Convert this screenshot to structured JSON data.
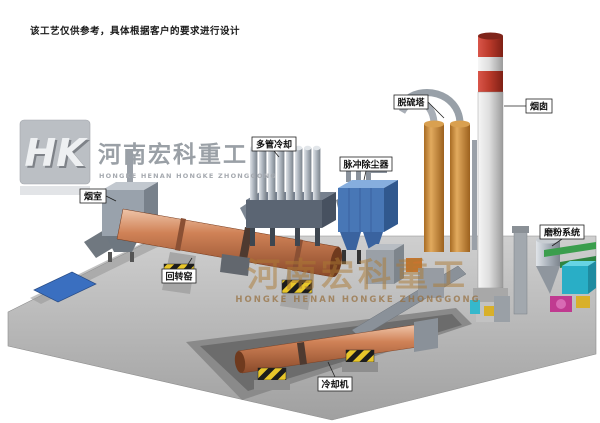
{
  "note": "该工艺仅供参考，具体根据客户的要求进行设计",
  "watermark": {
    "logo_monogram": "HK",
    "company_cn": "河南宏科重工",
    "company_en": "HONGKE HENAN HONGKE ZHONGGONG"
  },
  "equipment_labels": {
    "smoke_chamber": "烟室",
    "rotary_kiln": "回转窑",
    "multi_tube_cooler": "多管冷却",
    "pulse_dust_collector": "脉冲除尘器",
    "desulfurization_tower": "脱硫塔",
    "chimney": "烟囱",
    "grinding_system": "磨粉系统",
    "cooling_machine": "冷却机"
  },
  "colors": {
    "kiln_shell": "#c97b52",
    "chimney_band_red": "#bb3a2b",
    "dust_collector_blue": "#4877b6",
    "desulf_tower_tan": "#c98a3e",
    "ground_gray": "#b4b4b4",
    "hazard_yellow": "#e8c62a",
    "pad_blue": "#3a6fc0"
  }
}
